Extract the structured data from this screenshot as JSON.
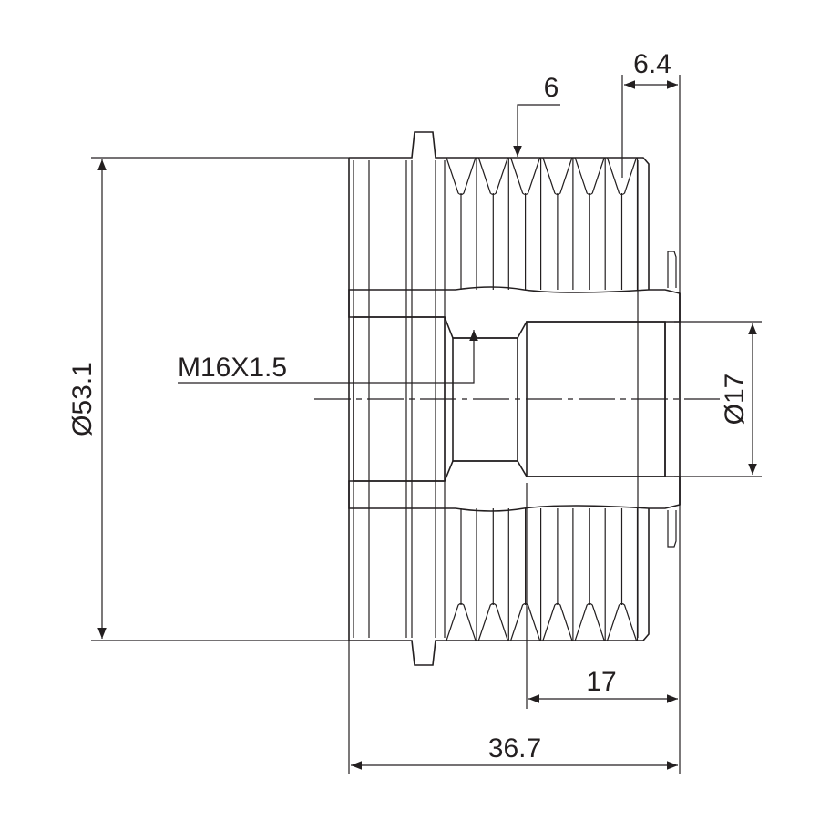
{
  "drawing": {
    "title": "Alternator overrunning pulley",
    "dimensions": {
      "outer_diameter": "Ø53.1",
      "bore_diameter": "Ø17",
      "thread": "M16X1.5",
      "grooves": "6",
      "groove_offset": "6.4",
      "bore_length": "17",
      "total_length": "36.7"
    },
    "line_color": "#231f20"
  }
}
